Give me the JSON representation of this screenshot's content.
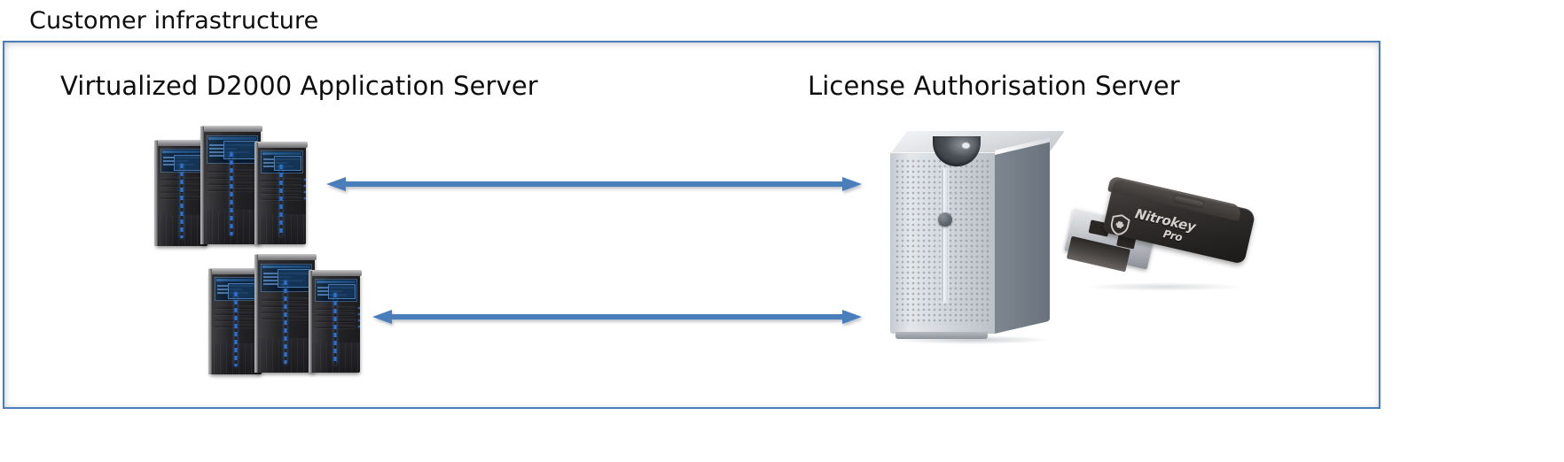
{
  "diagram": {
    "title": "Customer infrastructure",
    "type": "architecture-diagram",
    "border_color": "#4a7ebb",
    "background": "#ffffff",
    "sections": [
      {
        "id": "app-servers",
        "heading": "Virtualized D2000 Application Server",
        "node_count": 2,
        "node_type": "server-rack-cluster",
        "towers_per_cluster": 3
      },
      {
        "id": "license-server",
        "heading": "License Authorisation Server",
        "node_type": "tower-server",
        "accessory": {
          "type": "usb-security-dongle",
          "brand": "Nitrokey",
          "model": "Pro",
          "label": "Nitrokey Pro"
        }
      }
    ],
    "connections": [
      {
        "id": "link-top",
        "from": "app-server-cluster-1",
        "to": "license-server",
        "style": "double-headed-arrow",
        "color": "#4a7ebb",
        "label": ""
      },
      {
        "id": "link-bottom",
        "from": "app-server-cluster-2",
        "to": "license-server",
        "style": "double-headed-arrow",
        "color": "#4a7ebb",
        "label": ""
      }
    ],
    "icons": {
      "server_rack": "server-rack-icon",
      "tower_server": "tower-server-icon",
      "usb_dongle": "usb-dongle-icon",
      "shield": "shield-icon"
    }
  }
}
